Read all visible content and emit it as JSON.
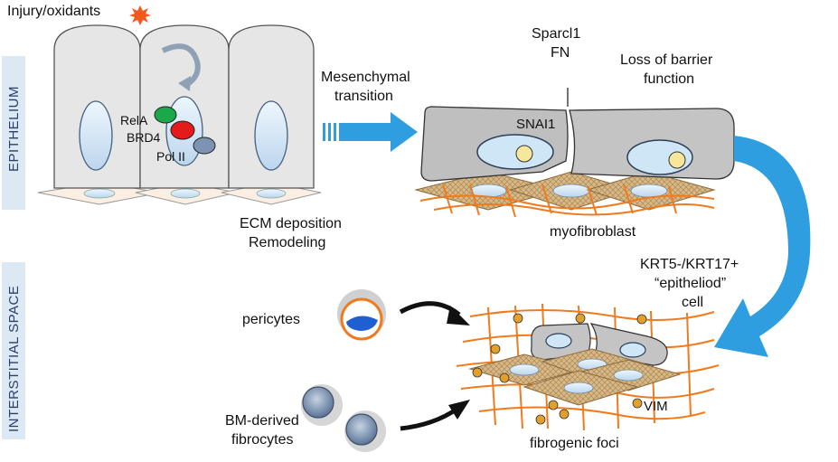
{
  "side_labels": {
    "epithelium": "EPITHELIUM",
    "interstitial": "INTERSTITIAL SPACE"
  },
  "labels": {
    "injury": "Injury/oxidants",
    "rela": "RelA",
    "brd4": "BRD4",
    "pol2": "Pol II",
    "mesenchymal_1": "Mesenchymal",
    "mesenchymal_2": "transition",
    "sparcl1": "Sparcl1",
    "fn": "FN",
    "loss_1": "Loss of barrier",
    "loss_2": "function",
    "snai1": "SNAI1",
    "ecm_1": "ECM deposition",
    "ecm_2": "Remodeling",
    "myofibroblast": "myofibroblast",
    "krt_1": "KRT5-/KRT17+",
    "krt_2": "“epitheliod”",
    "krt_3": "cell",
    "pericytes": "pericytes",
    "bm_1": "BM-derived",
    "bm_2": "fibrocytes",
    "vim": "VIM",
    "foci": "fibrogenic foci"
  },
  "colors": {
    "side_bar": "#dce8f4",
    "cell_fill": "#e6e6e6",
    "nucleus": "#cfe6f7",
    "arrow_blue": "#2f9ee0",
    "fiber": "#f07a1e",
    "rela": "#1aa84a",
    "brd4": "#e51b1b",
    "pol2": "#7d93b4",
    "nucleolus": "#f6e79a",
    "injury_star": "#f05a1e"
  }
}
